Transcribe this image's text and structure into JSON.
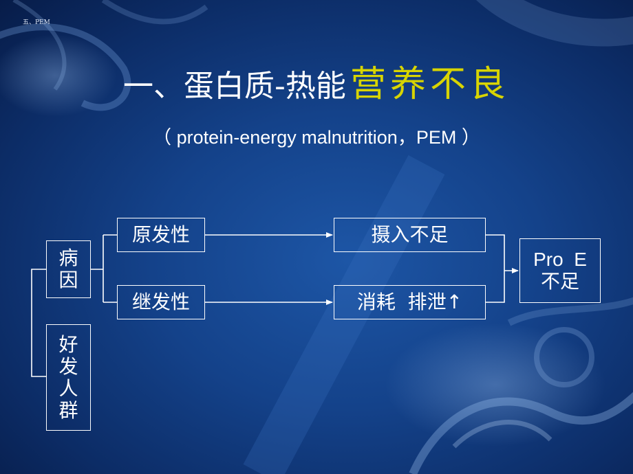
{
  "header_note": "五、PEM",
  "title": {
    "part1": "一、蛋白质-热能",
    "part2": "营养不良"
  },
  "subtitle": "（ protein-energy malnutrition，PEM ）",
  "diagram": {
    "cause_label": [
      "病",
      "因"
    ],
    "susceptible_label": [
      "好",
      "发",
      "人",
      "群"
    ],
    "primary": "原发性",
    "secondary": "继发性",
    "intake": "摄入不足",
    "consumption": "消耗  排泄↑",
    "result_line1": "Pro  E",
    "result_line2": "不足"
  },
  "colors": {
    "background": "#14428a",
    "title_highlight": "#d8d400",
    "text": "#ffffff"
  }
}
